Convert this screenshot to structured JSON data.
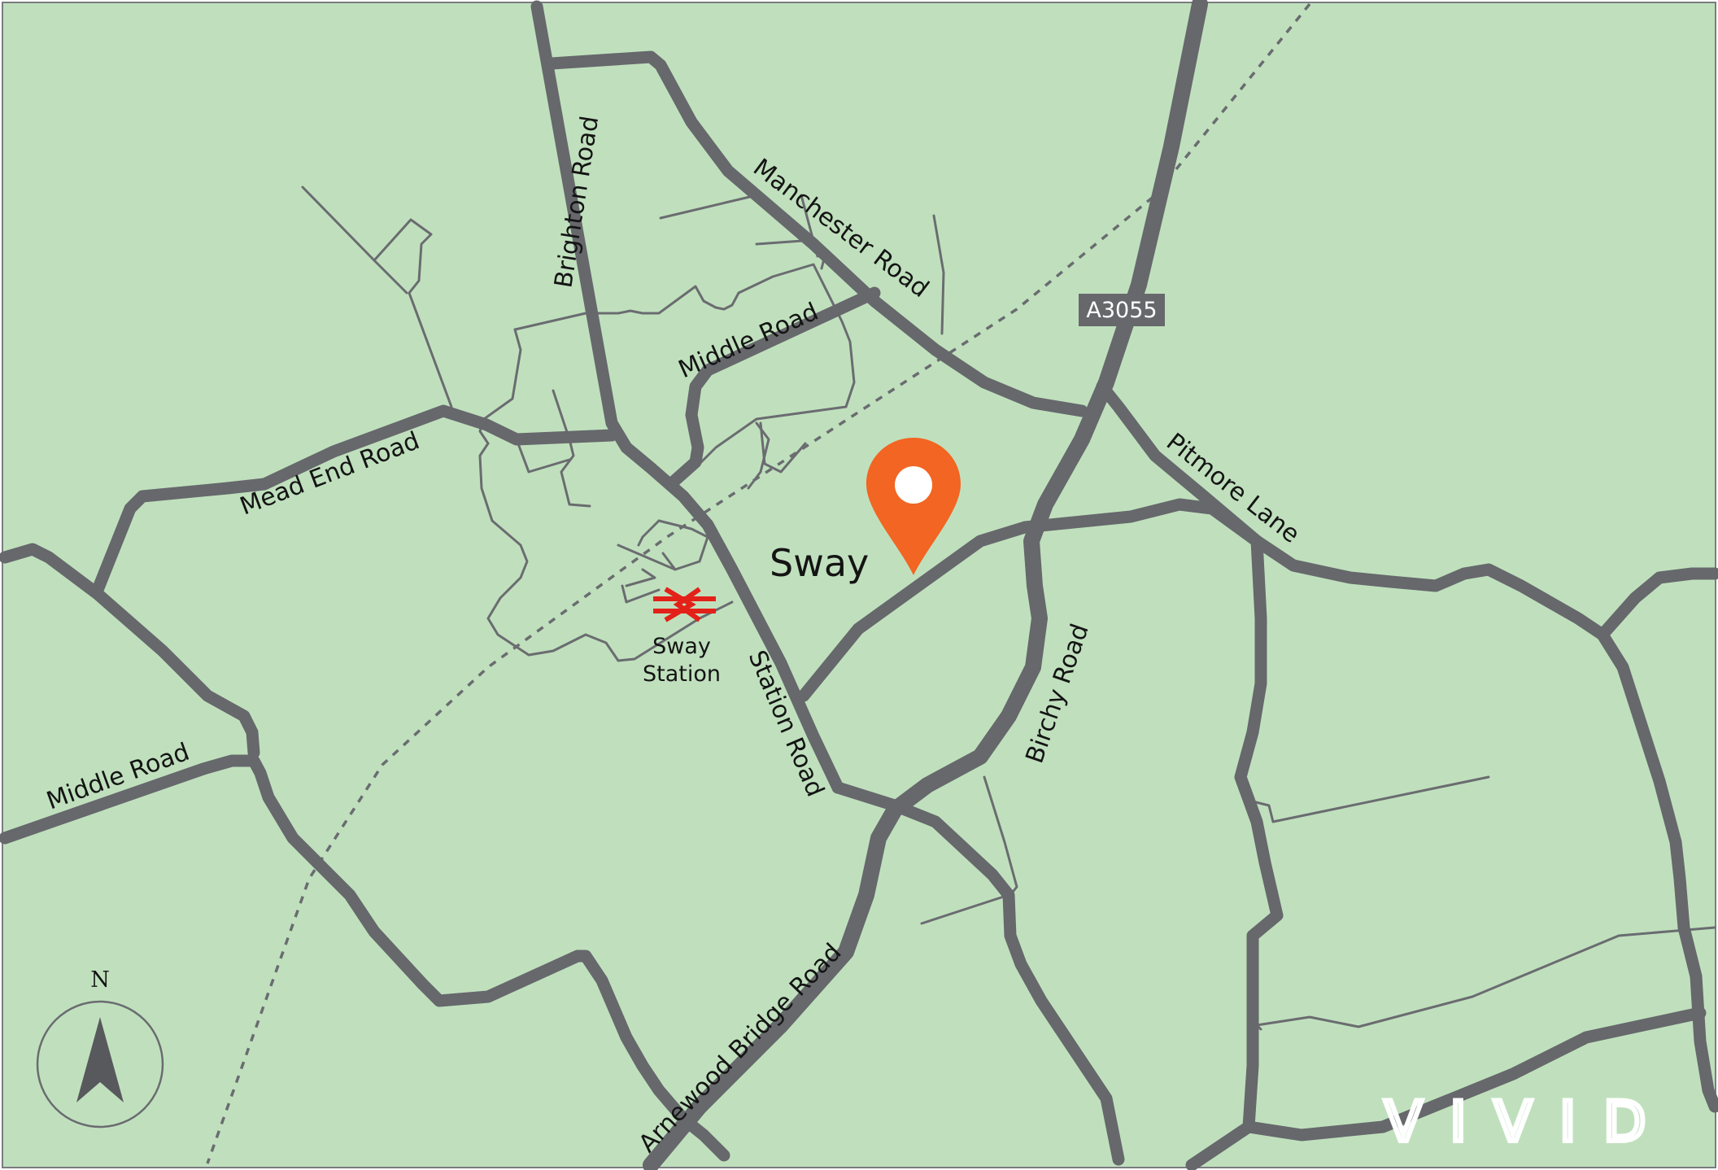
{
  "map": {
    "background_color": "#c0e0bd",
    "road_color": "#66686c",
    "town_label": "Sway",
    "marker": {
      "icon": "location-pin-icon",
      "color": "#f26522"
    },
    "station": {
      "icon": "national-rail-icon",
      "color": "#e32119",
      "label_line1": "Sway",
      "label_line2": "Station"
    },
    "road_badge": {
      "label": "A3055"
    },
    "roads": {
      "brighton_road": "Brighton Road",
      "manchester_road": "Manchester Road",
      "middle_road_north": "Middle Road",
      "mead_end_road": "Mead End Road",
      "middle_road_west": "Middle Road",
      "station_road": "Station Road",
      "birchy_road": "Birchy Road",
      "pitmore_lane": "Pitmore Lane",
      "arnewood_bridge_road": "Arnewood Bridge Road"
    },
    "compass": {
      "icon": "north-arrow-icon",
      "label": "N"
    },
    "logo": {
      "text": "VIVID"
    }
  }
}
